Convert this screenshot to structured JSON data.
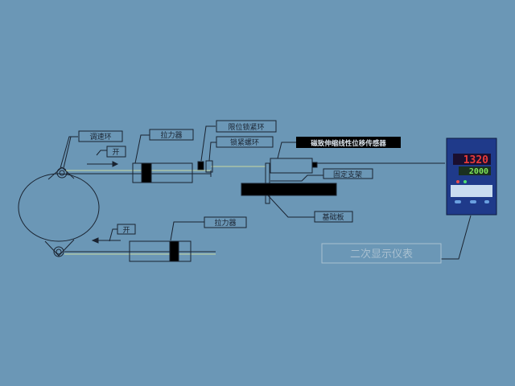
{
  "labels": {
    "speed_ring": "调速环",
    "tension_top": "拉力器",
    "limit_ring": "限位锁紧环",
    "lock_ring": "锁紧螺环",
    "open_top": "开",
    "sensor": "磁致伸缩线性位移传感器",
    "bracket": "固定支架",
    "base_plate": "基础板",
    "display": "二次显示仪表",
    "tension_bottom": "拉力器",
    "open_bottom": "开"
  },
  "meter": {
    "pv": "1320",
    "sv": "2000"
  },
  "colors": {
    "background": "#6b97b6",
    "meter_body": "#1f3a8a",
    "pv_digits": "#e83a3a",
    "sv_digits": "#7fe85a"
  }
}
